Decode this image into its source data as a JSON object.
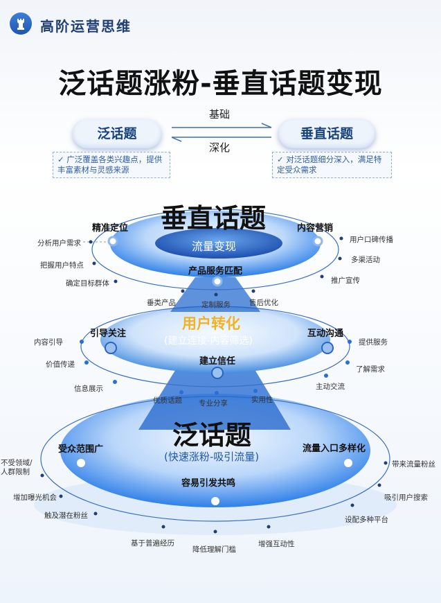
{
  "brand": {
    "name": "高阶运营思维",
    "logo_icon": "rook-icon"
  },
  "title": "泛话题涨粉-垂直话题变现",
  "top_flow": {
    "left_pill": "泛话题",
    "right_pill": "垂直话题",
    "top_arrow_label": "基础",
    "bottom_arrow_label": "深化",
    "left_note": "✓ 广泛覆盖各类兴趣点，提供丰富素材与灵感来源",
    "right_note": "✓ 对泛话题细分深入，满足特定受众需求"
  },
  "layers": {
    "top": {
      "title": "垂直话题",
      "center_label": "流量变现",
      "node_left": "精准定位",
      "node_right": "内容营销",
      "node_bottom": "产品服务匹配",
      "left_items": [
        "分析用户需求",
        "把握用户特点",
        "确定目标群体"
      ],
      "right_items": [
        "用户口碑传播",
        "多渠活动",
        "推广宣传"
      ],
      "bottom_items": [
        "垂类产品",
        "定制服务",
        "售后优化"
      ]
    },
    "middle": {
      "title": "用户转化",
      "subtitle": "(建立连接-内容筛选)",
      "node_left": "引导关注",
      "node_right": "互动沟通",
      "node_bottom": "建立信任",
      "left_items": [
        "内容引导",
        "价值传递",
        "信息展示"
      ],
      "right_items": [
        "提供服务",
        "了解需求",
        "主动交流"
      ],
      "bottom_items": [
        "优质话题",
        "专业分享",
        "实用性"
      ]
    },
    "bottom": {
      "title": "泛话题",
      "subtitle": "(快速涨粉-吸引流量)",
      "node_left": "受众范围广",
      "node_right": "流量入口多样化",
      "node_bottom": "容易引发共鸣",
      "left_items": [
        "不受领域/\n人群限制",
        "增加曝光机会",
        "触及潜在粉丝"
      ],
      "right_items": [
        "带来流量粉丝",
        "吸引用户搜索",
        "设配多种平台"
      ],
      "bottom_items": [
        "基于普遍经历",
        "降低理解门槛",
        "增强互动性"
      ]
    }
  },
  "colors": {
    "accent_blue": "#2a6fd6",
    "gold": "#f0b323",
    "navy": "#17417f"
  }
}
